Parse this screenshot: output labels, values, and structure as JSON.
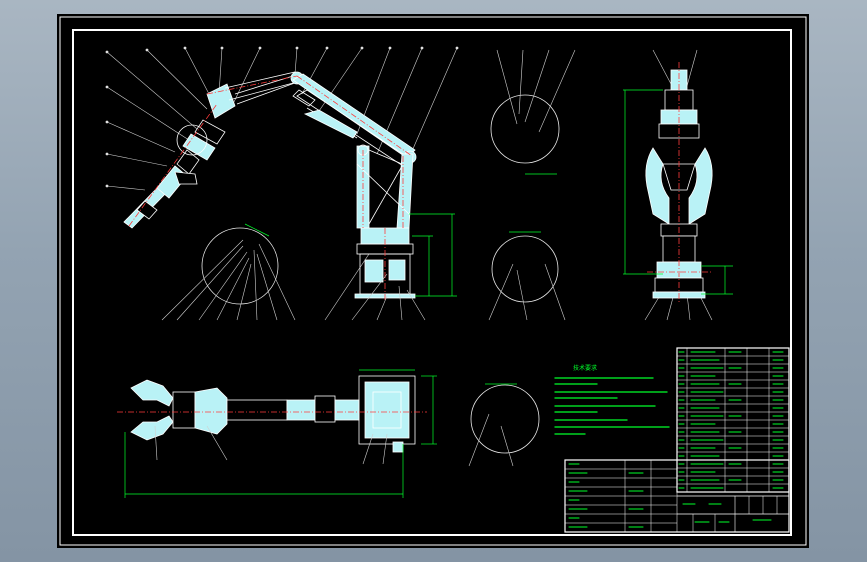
{
  "colors": {
    "background": "#000000",
    "frame": "#ffffff",
    "part_outline": "#ffffff",
    "part_fill": "#b9f2f6",
    "center_line": "#ff3b3b",
    "dimension": "#00ff2a",
    "leader": "#d8d8d8",
    "workspace": "#e8e8e8",
    "viewport": "#9aa8b6"
  },
  "views": {
    "side_elevation": {
      "name": "side-elevation-view"
    },
    "front_elevation": {
      "name": "front-elevation-view"
    },
    "plan": {
      "name": "plan-view"
    }
  },
  "notes": {
    "title": "技术要求"
  },
  "title_block": {
    "drawing_name": "",
    "footer_labels": [
      "",
      "",
      "",
      ""
    ]
  }
}
